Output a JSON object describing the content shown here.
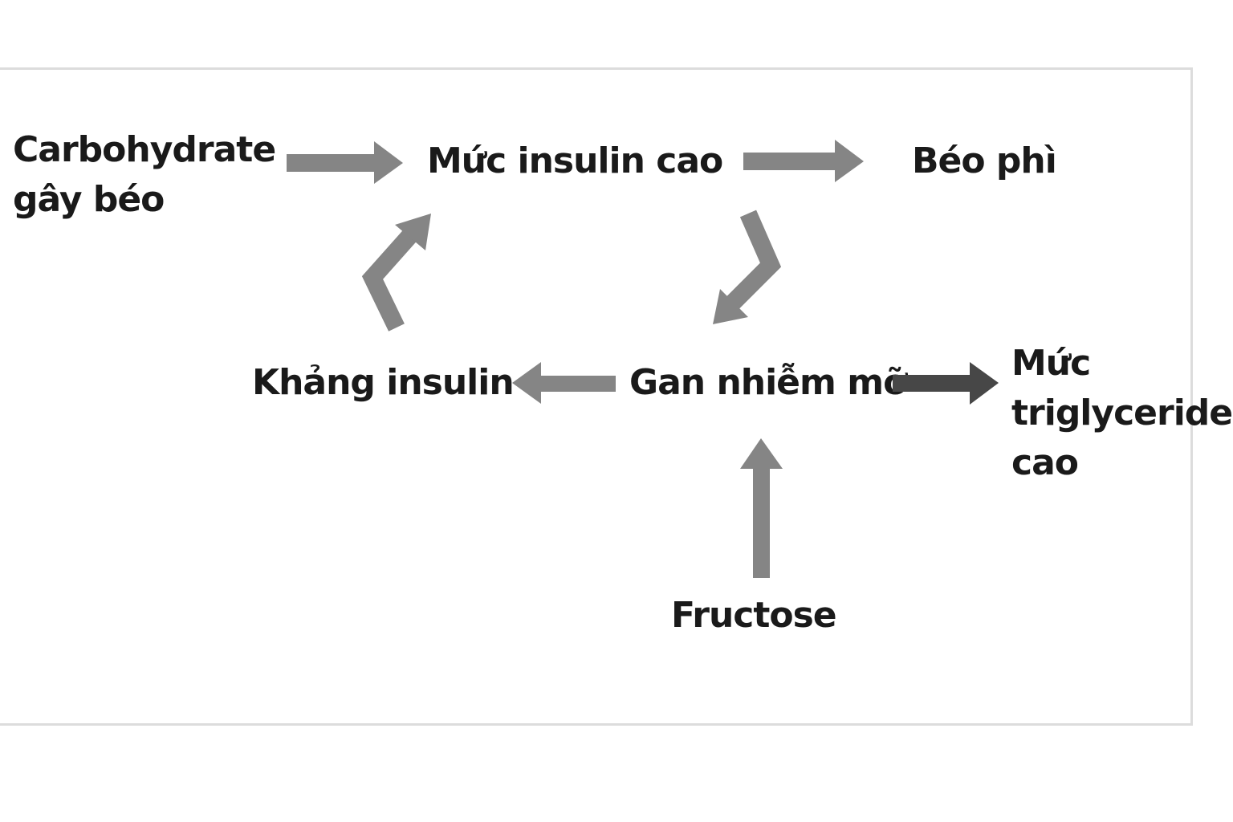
{
  "nodes": {
    "carbohydrate": {
      "lines": [
        "Carbohydrate",
        "gây béo"
      ]
    },
    "insulin_high": {
      "lines": [
        "Mức insulin cao"
      ]
    },
    "obesity": {
      "lines": [
        "Béo phì"
      ]
    },
    "insulin_resistance": {
      "lines": [
        "Khảng insulin"
      ]
    },
    "fatty_liver": {
      "lines": [
        "Gan nhiễm mỡ"
      ]
    },
    "triglyceride_high": {
      "lines": [
        "Mức",
        "triglyceride",
        "cao"
      ]
    },
    "fructose": {
      "lines": [
        "Fructose"
      ]
    }
  },
  "colors": {
    "text": "#1a1a1a",
    "arrow": "#858585",
    "arrow_emphasis": "#474747",
    "frame": "#dcdcdc"
  }
}
